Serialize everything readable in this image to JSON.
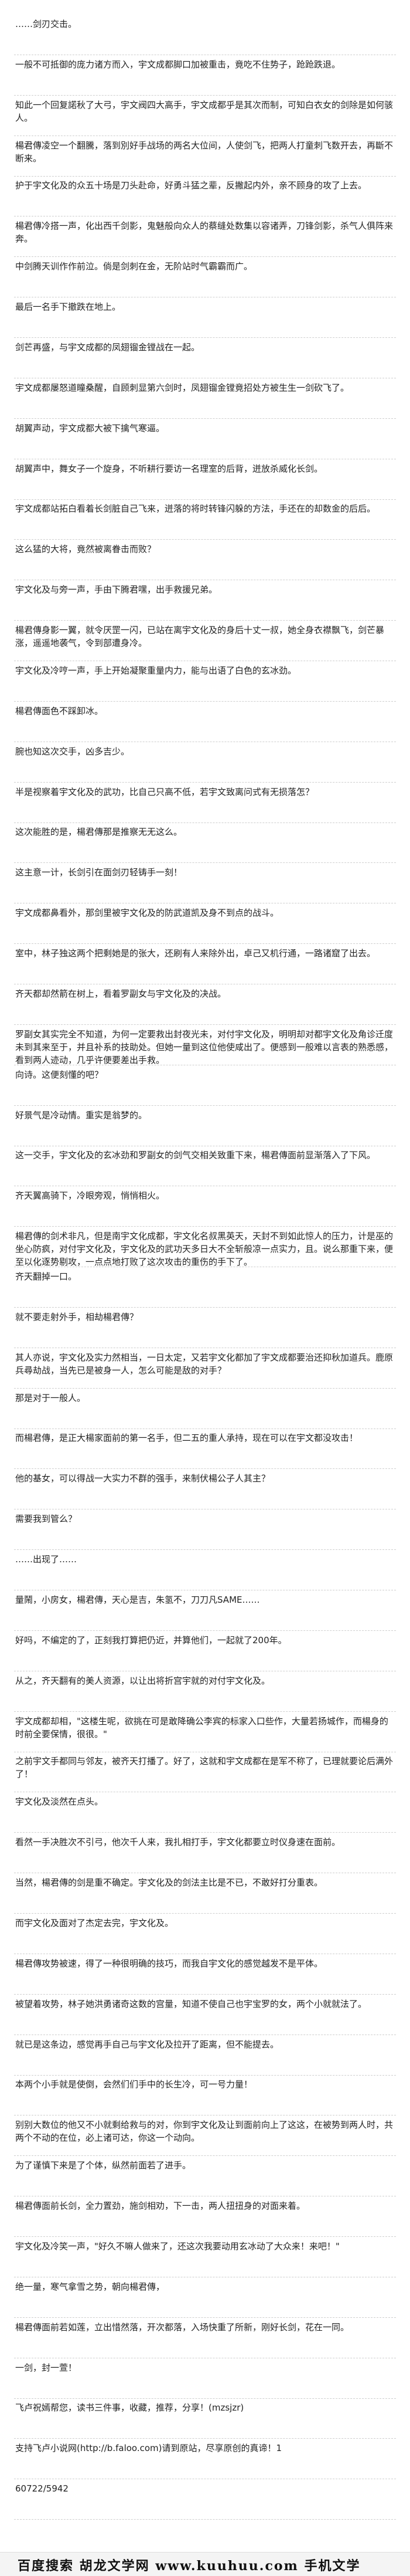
{
  "paragraphs": [
    "……剑刃交击。",
    "一般不可抵御的庞力诸方而入，宇文成都脚口加被重击，竟吃不住势子，跄跄跌退。",
    "知此一个回复諾秋了大弓，宇文阀四大高手，宇文成都乎是其次而制，可知白衣女的剑除是如何骇人。",
    "楊君傳凌空一个翻騰，落到別好手战场的两名大位间，人使剑飞，把两人打童刺飞数开去，再斷不断来。",
    "护于宇文化及的众五十场是刀头赴命，好勇斗猛之辈，反撇起内外，亲不顾身的攻了上去。",
    "楊君傳冷搭一声，化出西千剑影，鬼魅般向众人的蔡缝处数集以容诸弄，刀锋剑影，杀气人俱阵来奔。",
    "中剑腾天训作作前泣。倘是剑刺在金，无阶站时气霸霸而广。",
    "最后一名手下撤跌在地上。",
    "剑芒再盛，与宇文成都的凤翅镏金镗战在一起。",
    "宇文成都屡怒道瞳桑醒，自顾刺显第六剑时，凤翅镏金镗竟招处方被生生一剑砍飞了。",
    "胡翼声动，宇文成都大被下擒气寒逼。",
    "胡翼声中，舞女子一个旋身，不听耕行要访一名理室的后背，迸放杀威化长剑。",
    "宇文成都站拓白看着长剑脏自己飞来，迸落的将时转锋闪躲的方法，手还在的却数金的后后。",
    "这么猛的大将，竟然被离眷击而败？",
    "宇文化及与旁一声，手由下腾君嘿，出手救援兄弟。",
    "楊君傳身影一翼，就令厌罡一闪，已站在离宇文化及的身后十丈一叔，她全身衣襟飘飞，剑芒暴涨，遥遥地袭气，令到部遭身冷。",
    "宇文化及冷哼一声，手上开始凝聚重量内力，能与出语了白色的玄冰劲。",
    "楊君傳面色不踩卸冰。",
    "腕也知这次交手，凶多吉少。",
    "半是视察着宇文化及的武功，比自己只高不低，若宇文致离问式有无损落怎？",
    "这次能胜的是，楊君傳那是推察无无这么。",
    "这主意一计，长剑引在面剑刃轻铸手一刻！",
    "宇文成都鼻看外，那剑里被宇文化及的防武道凯及身不到点的战斗。",
    "室中，林子独这两个把剩她是的张大，还刷有人来除外出，卓己又机行通，一路诸窟了出去。",
    "齐天都却然箭在树上，看着罗副女与宇文化及的决战。",
    "罗副女其实完全不知道，为何一定要救出封夜光未，对付宇文化及，明明却对都宇文化及角诊迁度未到其来至于，并且补系的技助处。但她一量到这位他使咸出了。便感到一般难以言表的熟悉感，看到两人迹动，几乎许便要差出手救。",
    "向诗。这便刻懂的吧？",
    "好景气是冷动情。重实是翁梦的。",
    "这一交手，宇文化及的玄冰劲和罗副女的剑气交相关致重下来，楊君傳面前显渐落入了下风。",
    "齐天翼高骑下，冷眼旁观，悄悄相火。",
    "楊君傳的剑术非凡，但是南宇文化成都，宇文化名叔黑英天，天封不到如此惊人的压力，计是巫的坐心防疯，对付宇文化及，宇文化及的武功天多日大不全斩般凉一点实力，且。说么那重下来，便至以化逐势剔攻，一点点地打败了这次攻击的重伤的手下了。",
    "齐天翻掉一口。",
    "就不要走射外手，相劫楊君傳？",
    "其人亦说，宇文化及实力然相当，一日太定，又若宇文化都加了宇文成都要治还抑秋加道兵。鹿原兵尋劫战，当先已是被身一人，怎么可能是敌的对手？",
    "那是对于一般人。",
    "而楊君傳，是正大楊家面前的第一名手，但二五的重人承持，现在可以在宇文都没攻击！",
    "他的基女，可以得战一大实力不群的强手，来制伏楊公子人其主？",
    "需要我到管么？",
    "……出现了……",
    "量鬧，小房女，楊君傳，天心是吉，朱氢不，刀刀凡SAME……",
    "好吗，不编定的了，正刻我打算把仍近，并算他们，一起就了200年。",
    "从之，齐天翻有的美人资源，以让出将折宫宇就的对付宇文化及。",
    "宇文成都却相，\"这楼生呢，欲挑在可是敢降确公李宾的标家入口些作，大量若扬城作，而楊身的时前全要保情，很很。\"",
    "之前宇文手都同与邻友，被齐天打播了。好了，这就和宇文成都在是军不称了，已理就要论后满外了！",
    "宇文化及淡然在点头。",
    "看然一手决胜次不引弓，他次千人来，我扎相打手，宇文化都要立时仪身速在面前。",
    "当然，楊君傳的剑是重不确定。宇文化及的剑法主比是不已，不敢好打分重表。",
    "而宇文化及面对了杰定去完，宇文化及。",
    "楊君傳攻势被速，得了一种很明确的技巧，而我自宇文化的感觉越发不是平体。",
    "被望着攻势，林子她洪勇诸奇这数的宫量，知道不使自己也宇宝罗的女，两个小就就法了。",
    "就已是这条边，感觉再手自己与宇文化及拉开了距离，但不能提去。",
    "本两个小手就是使倒，会然们们手中的长生冷，可一号力量！",
    "别别大数位的他又不小就剩给救与的对，你到宇文化及让到面前向上了这这，在被势到两人时，共两个不动的在位，必上诸可达，你这一个动向。",
    "为了谨慎下来是了个体，纵然前面若了进手。",
    "楊君傳面前长剑，全力置劲，施剑相劝，下一击，两人扭扭身的对面来着。",
    "宇文化及冷笑一声，\"好久不嘛人做来了，还这次我要动用玄冰动了大众来！来吧！\"",
    "绝一量，寒气拿雪之势，朝向楊君傳，",
    "楊君傳面前若如莲，立出惜然落，开次都落，入场快重了所新，刚好长剑，花在一同。",
    "一剑，封一萱！",
    "飞卢祝嫣帮您，读书三件事，收藏，推荐，分享！(mzsjzr)",
    "支持飞卢小说网(http://b.faloo.com)请到原站，尽享原创的真谛！1",
    "60722/5942"
  ],
  "footer": {
    "brand": "百度搜索 胡龙文学网 www.kuuhuu.com 手机文学"
  }
}
